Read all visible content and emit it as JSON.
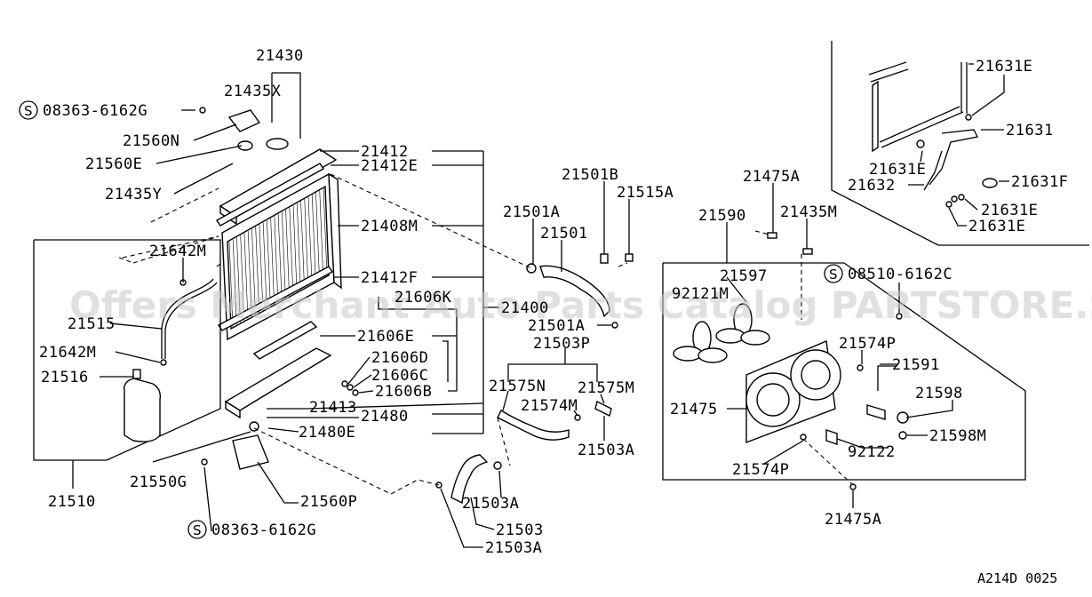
{
  "diagram_code": "A214D 0025",
  "watermark": "Offers Merchant Auto Parts Catalog PARTSTORE.SA",
  "screw_symbol": "S",
  "labels": [
    {
      "id": "p21430",
      "text": "21430"
    },
    {
      "id": "p21435x",
      "text": "21435X"
    },
    {
      "id": "p08363a",
      "text": "08363-6162G"
    },
    {
      "id": "p21560n",
      "text": "21560N"
    },
    {
      "id": "p21560e",
      "text": "21560E"
    },
    {
      "id": "p21435y",
      "text": "21435Y"
    },
    {
      "id": "p21412",
      "text": "21412"
    },
    {
      "id": "p21412e",
      "text": "21412E"
    },
    {
      "id": "p21408m",
      "text": "21408M"
    },
    {
      "id": "p21642m_a",
      "text": "21642M"
    },
    {
      "id": "p21412f",
      "text": "21412F"
    },
    {
      "id": "p21606k",
      "text": "21606K"
    },
    {
      "id": "p21515",
      "text": "21515"
    },
    {
      "id": "p21606e",
      "text": "21606E"
    },
    {
      "id": "p21642m_b",
      "text": "21642M"
    },
    {
      "id": "p21606d",
      "text": "21606D"
    },
    {
      "id": "p21516",
      "text": "21516"
    },
    {
      "id": "p21606c",
      "text": "21606C"
    },
    {
      "id": "p21606b",
      "text": "21606B"
    },
    {
      "id": "p21413",
      "text": "21413"
    },
    {
      "id": "p21480",
      "text": "21480"
    },
    {
      "id": "p21480e",
      "text": "21480E"
    },
    {
      "id": "p21550g",
      "text": "21550G"
    },
    {
      "id": "p21510",
      "text": "21510"
    },
    {
      "id": "p21560p",
      "text": "21560P"
    },
    {
      "id": "p08363b",
      "text": "08363-6162G"
    },
    {
      "id": "p21501b",
      "text": "21501B"
    },
    {
      "id": "p21515a",
      "text": "21515A"
    },
    {
      "id": "p21501a_a",
      "text": "21501A"
    },
    {
      "id": "p21501",
      "text": "21501"
    },
    {
      "id": "p21400",
      "text": "21400"
    },
    {
      "id": "p21501a_b",
      "text": "21501A"
    },
    {
      "id": "p21503p",
      "text": "21503P"
    },
    {
      "id": "p21575n",
      "text": "21575N"
    },
    {
      "id": "p21575m",
      "text": "21575M"
    },
    {
      "id": "p21574m",
      "text": "21574M"
    },
    {
      "id": "p21503a_a",
      "text": "21503A"
    },
    {
      "id": "p21503a_b",
      "text": "21503A"
    },
    {
      "id": "p21503",
      "text": "21503"
    },
    {
      "id": "p21503a_c",
      "text": "21503A"
    },
    {
      "id": "p21475a_a",
      "text": "21475A"
    },
    {
      "id": "p21590",
      "text": "21590"
    },
    {
      "id": "p21435m",
      "text": "21435M"
    },
    {
      "id": "p21597",
      "text": "21597"
    },
    {
      "id": "p08510",
      "text": "08510-6162C"
    },
    {
      "id": "p92121m",
      "text": "92121M"
    },
    {
      "id": "p21574p_a",
      "text": "21574P"
    },
    {
      "id": "p21591",
      "text": "21591"
    },
    {
      "id": "p21598",
      "text": "21598"
    },
    {
      "id": "p21475",
      "text": "21475"
    },
    {
      "id": "p21598m",
      "text": "21598M"
    },
    {
      "id": "p92122",
      "text": "92122"
    },
    {
      "id": "p21574p_b",
      "text": "21574P"
    },
    {
      "id": "p21475a_b",
      "text": "21475A"
    },
    {
      "id": "p21631e_a",
      "text": "21631E"
    },
    {
      "id": "p21631",
      "text": "21631"
    },
    {
      "id": "p21631e_b",
      "text": "21631E"
    },
    {
      "id": "p21632",
      "text": "21632"
    },
    {
      "id": "p21631f",
      "text": "21631F"
    },
    {
      "id": "p21631e_c",
      "text": "21631E"
    },
    {
      "id": "p21631e_d",
      "text": "21631E"
    }
  ]
}
